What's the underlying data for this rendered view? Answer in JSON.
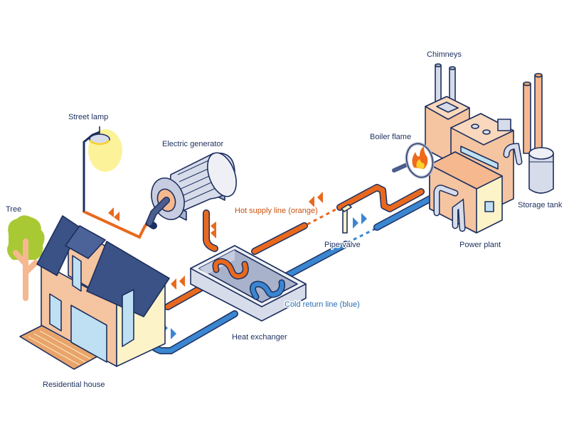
{
  "colors": {
    "outline": "#1d2f5e",
    "hot_pipe": "#e8691e",
    "cold_pipe": "#3a86d1",
    "roof": "#3b5286",
    "house_front": "#f5c4a0",
    "house_side": "#fdf3c8",
    "glass": "#bfe0f3",
    "metal": "#d7dcea",
    "metal_dark": "#a9b2cb",
    "tree_green": "#a9c934",
    "tree_trunk": "#f5b88f",
    "lamp_glow": "#fcf29a",
    "flame_orange": "#ee6a1c",
    "flame_yellow": "#fcd12a",
    "deck": "#e9a46b"
  },
  "components": {
    "house": "Residential house",
    "tree": "Tree",
    "street_lamp": "Street lamp",
    "generator": "Electric generator",
    "heat_exchanger": "Heat exchanger",
    "valve": "Pipe valve",
    "power_plant": "Power plant",
    "boiler_window": "Boiler flame",
    "storage_tank": "Storage tank",
    "chimneys": "Chimneys"
  },
  "flows": {
    "hot": "Hot supply line (orange)",
    "cold": "Cold return line (blue)"
  }
}
